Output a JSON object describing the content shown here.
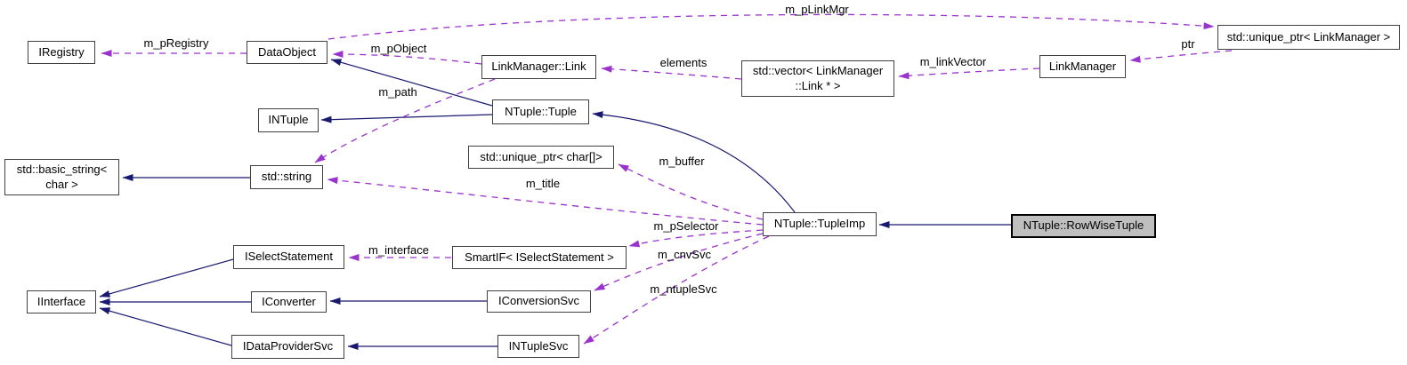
{
  "diagram": {
    "kind": "collaboration-graph",
    "main_class": "NTuple::RowWiseTuple",
    "colors": {
      "inheritance": "#191970",
      "usage": "#9a32cd",
      "node_border": "#404040",
      "node_fill": "#ffffff",
      "main_node_fill": "#bfbfbf",
      "main_node_border": "#000000",
      "text": "#000000",
      "bg": "#ffffff"
    },
    "nodes": {
      "iregistry": {
        "label": "IRegistry"
      },
      "dataobject": {
        "label": "DataObject"
      },
      "unique_ptr_linkmanager": {
        "label": "std::unique_ptr< LinkManager >"
      },
      "linkmanager_link": {
        "label": "LinkManager::Link"
      },
      "vector_linkmanager_link": {
        "label": "std::vector< LinkManager\n::Link * >"
      },
      "linkmanager": {
        "label": "LinkManager"
      },
      "intuple": {
        "label": "INTuple"
      },
      "ntuple_tuple": {
        "label": "NTuple::Tuple"
      },
      "basic_string_char": {
        "label": "std::basic_string<\nchar >"
      },
      "std_string": {
        "label": "std::string"
      },
      "unique_ptr_char": {
        "label": "std::unique_ptr< char[]>"
      },
      "ntuple_tupleimp": {
        "label": "NTuple::TupleImp"
      },
      "ntuple_rowwisetuple": {
        "label": "NTuple::RowWiseTuple"
      },
      "iselectstatement": {
        "label": "ISelectStatement"
      },
      "smartif_iselectstatement": {
        "label": "SmartIF< ISelectStatement >"
      },
      "iinterface": {
        "label": "IInterface"
      },
      "iconverter": {
        "label": "IConverter"
      },
      "iconversionsvc": {
        "label": "IConversionSvc"
      },
      "idataprovidersvc": {
        "label": "IDataProviderSvc"
      },
      "intuplesvc": {
        "label": "INTupleSvc"
      }
    },
    "edge_labels": {
      "m_pregistry": "m_pRegistry",
      "m_pobject": "m_pObject",
      "m_plinkmgr": "m_pLinkMgr",
      "elements": "elements",
      "m_linkvector": "m_linkVector",
      "ptr": "ptr",
      "m_path": "m_path",
      "m_buffer": "m_buffer",
      "m_title": "m_title",
      "m_pselector": "m_pSelector",
      "m_cnvsvc": "m_cnvSvc",
      "m_ntuplesvc": "m_ntupleSvc",
      "m_interface": "m_interface"
    }
  }
}
